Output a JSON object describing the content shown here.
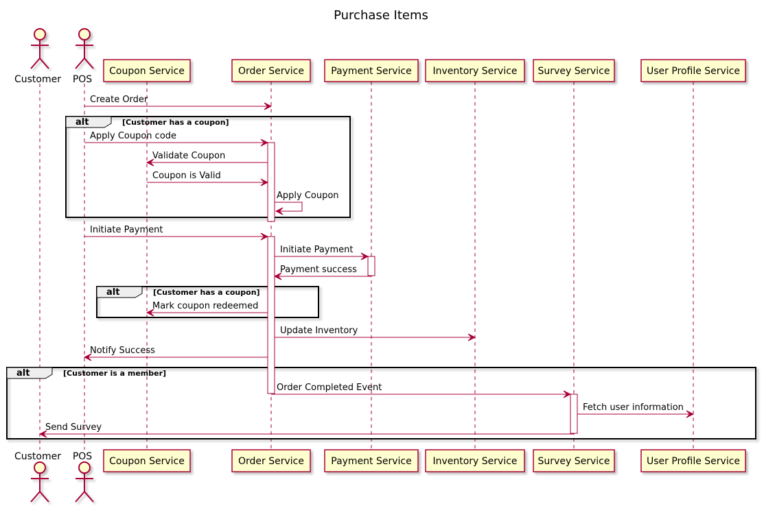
{
  "title": "Purchase Items",
  "colors": {
    "arrow": "#a80036",
    "box_fill": "#fefece",
    "box_stroke": "#a80036",
    "lifeline": "#a80036",
    "frame": "#000000",
    "activation_fill": "#ffffff"
  },
  "participants": [
    {
      "id": "customer",
      "label": "Customer",
      "kind": "actor"
    },
    {
      "id": "pos",
      "label": "POS",
      "kind": "actor"
    },
    {
      "id": "coupon",
      "label": "Coupon Service",
      "kind": "box"
    },
    {
      "id": "order",
      "label": "Order Service",
      "kind": "box"
    },
    {
      "id": "payment",
      "label": "Payment Service",
      "kind": "box"
    },
    {
      "id": "inventory",
      "label": "Inventory Service",
      "kind": "box"
    },
    {
      "id": "survey",
      "label": "Survey Service",
      "kind": "box"
    },
    {
      "id": "profile",
      "label": "User Profile Service",
      "kind": "box"
    }
  ],
  "messages": [
    {
      "from": "pos",
      "to": "order",
      "label": "Create Order"
    },
    {
      "from": "pos",
      "to": "order",
      "label": "Apply Coupon code"
    },
    {
      "from": "order",
      "to": "coupon",
      "label": "Validate Coupon"
    },
    {
      "from": "coupon",
      "to": "order",
      "label": "Coupon is Valid"
    },
    {
      "from": "order",
      "to": "order",
      "label": "Apply Coupon"
    },
    {
      "from": "pos",
      "to": "order",
      "label": "Initiate Payment"
    },
    {
      "from": "order",
      "to": "payment",
      "label": "Initiate Payment"
    },
    {
      "from": "payment",
      "to": "order",
      "label": "Payment success"
    },
    {
      "from": "order",
      "to": "coupon",
      "label": "Mark coupon redeemed"
    },
    {
      "from": "order",
      "to": "inventory",
      "label": "Update Inventory"
    },
    {
      "from": "order",
      "to": "pos",
      "label": "Notify Success"
    },
    {
      "from": "order",
      "to": "survey",
      "label": "Order Completed Event"
    },
    {
      "from": "survey",
      "to": "profile",
      "label": "Fetch user information"
    },
    {
      "from": "survey",
      "to": "customer",
      "label": "Send Survey"
    }
  ],
  "fragments": [
    {
      "keyword": "alt",
      "condition": "[Customer has a coupon]"
    },
    {
      "keyword": "alt",
      "condition": "[Customer has a coupon]"
    },
    {
      "keyword": "alt",
      "condition": "[Customer is a member]"
    }
  ]
}
